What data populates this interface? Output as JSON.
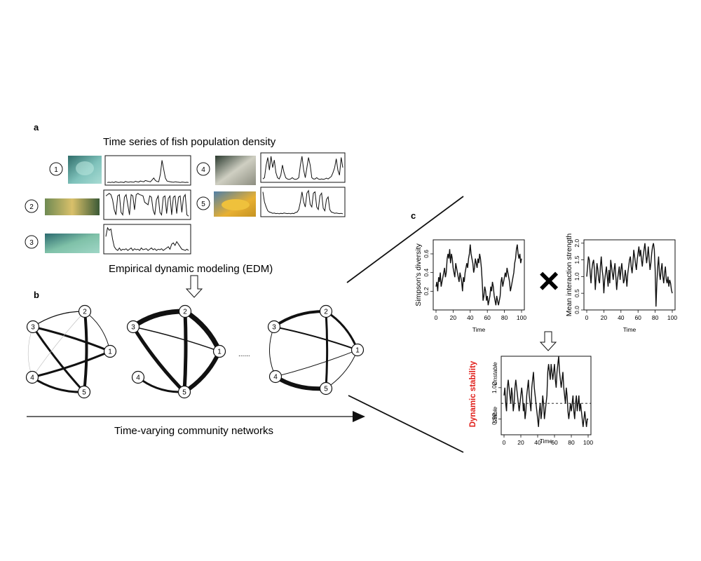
{
  "panels": {
    "a": {
      "label": "a",
      "title": "Time series of fish population density",
      "species": [
        {
          "id": "1",
          "image": "jellyfish-photo",
          "colors": [
            "#2f6d6a",
            "#7fc2bb",
            "#a9dcd4"
          ]
        },
        {
          "id": "2",
          "image": "spotted-fish-photo",
          "colors": [
            "#6f8a53",
            "#d9c06a",
            "#3b5a36"
          ]
        },
        {
          "id": "3",
          "image": "green-fish-photo",
          "colors": [
            "#2b6a6f",
            "#7fc1a8",
            "#9fd6c6"
          ]
        },
        {
          "id": "4",
          "image": "scorpionfish-photo",
          "colors": [
            "#2b3a2f",
            "#cfcfc2",
            "#8c8d80"
          ]
        },
        {
          "id": "5",
          "image": "yellow-fish-photo",
          "colors": [
            "#4f7fa8",
            "#e8b032",
            "#c59322"
          ]
        }
      ],
      "series": [
        {
          "id": "1",
          "values": [
            0.02,
            0.03,
            0.02,
            0.04,
            0.02,
            0.05,
            0.03,
            0.02,
            0.04,
            0.03,
            0.02,
            0.06,
            0.04,
            0.03,
            0.05,
            0.04,
            0.03,
            0.07,
            0.05,
            0.04,
            0.08,
            0.06,
            0.05,
            0.1,
            0.08,
            0.06,
            0.05,
            0.12,
            0.2,
            0.1,
            0.06,
            0.05,
            0.35,
            0.9,
            0.55,
            0.2,
            0.08,
            0.06,
            0.05,
            0.04,
            0.03,
            0.05,
            0.04,
            0.03,
            0.02,
            0.04,
            0.03,
            0.02,
            0.03,
            0.02
          ]
        },
        {
          "id": "2",
          "values": [
            0.85,
            0.9,
            0.95,
            0.9,
            0.7,
            0.3,
            0.1,
            0.85,
            0.9,
            0.2,
            0.1,
            0.8,
            0.9,
            0.5,
            0.1,
            0.9,
            0.85,
            0.3,
            0.9,
            0.95,
            0.9,
            0.88,
            0.85,
            0.6,
            0.55,
            0.5,
            0.85,
            0.8,
            0.3,
            0.1,
            0.7,
            0.85,
            0.2,
            0.1,
            0.8,
            0.85,
            0.15,
            0.75,
            0.85,
            0.1,
            0.8,
            0.85,
            0.15,
            0.8,
            0.85,
            0.2,
            0.8,
            0.9,
            0.1,
            0.05
          ]
        },
        {
          "id": "3",
          "values": [
            0.6,
            0.95,
            0.85,
            0.9,
            0.5,
            0.2,
            0.1,
            0.05,
            0.15,
            0.05,
            0.1,
            0.08,
            0.12,
            0.05,
            0.1,
            0.15,
            0.05,
            0.12,
            0.08,
            0.1,
            0.05,
            0.15,
            0.08,
            0.1,
            0.12,
            0.05,
            0.1,
            0.15,
            0.08,
            0.12,
            0.05,
            0.1,
            0.08,
            0.12,
            0.05,
            0.1,
            0.15,
            0.2,
            0.1,
            0.3,
            0.35,
            0.25,
            0.4,
            0.3,
            0.2,
            0.1,
            0.08,
            0.05,
            0.1,
            0.05
          ]
        },
        {
          "id": "4",
          "values": [
            0.05,
            0.1,
            0.6,
            0.9,
            0.4,
            0.95,
            0.5,
            0.8,
            0.3,
            0.1,
            0.05,
            0.2,
            0.6,
            0.3,
            0.1,
            0.05,
            0.03,
            0.05,
            0.1,
            0.05,
            0.03,
            0.05,
            0.1,
            0.6,
            0.95,
            0.4,
            0.1,
            0.5,
            0.9,
            0.6,
            0.1,
            0.05,
            0.05,
            0.1,
            0.05,
            0.03,
            0.05,
            0.03,
            0.05,
            0.08,
            0.05,
            0.1,
            0.15,
            0.3,
            0.5,
            0.85,
            0.4,
            0.2,
            0.9,
            0.5
          ]
        },
        {
          "id": "5",
          "values": [
            0.9,
            0.5,
            0.3,
            0.15,
            0.1,
            0.08,
            0.05,
            0.06,
            0.04,
            0.05,
            0.03,
            0.05,
            0.04,
            0.06,
            0.05,
            0.04,
            0.05,
            0.03,
            0.05,
            0.04,
            0.08,
            0.1,
            0.2,
            0.5,
            0.9,
            0.5,
            0.3,
            0.85,
            0.95,
            0.4,
            0.3,
            0.85,
            0.9,
            0.3,
            0.2,
            0.75,
            0.85,
            0.25,
            0.15,
            0.6,
            0.7,
            0.2,
            0.1,
            0.08,
            0.05,
            0.06,
            0.05,
            0.04,
            0.05,
            0.03
          ]
        }
      ]
    },
    "edm": {
      "label": "Empirical dynamic modeling (EDM)"
    },
    "b": {
      "label": "b",
      "ellipsis": "......",
      "arrow_label": "Time-varying community networks",
      "networks": [
        {
          "nodes": [
            "1",
            "2",
            "3",
            "4",
            "5"
          ],
          "edges": [
            {
              "a": "2",
              "b": "5",
              "w": 4
            },
            {
              "a": "3",
              "b": "1",
              "w": 3
            },
            {
              "a": "4",
              "b": "1",
              "w": 3
            },
            {
              "a": "3",
              "b": "5",
              "w": 3
            },
            {
              "a": "4",
              "b": "5",
              "w": 3
            },
            {
              "a": "3",
              "b": "2",
              "w": 1.2
            },
            {
              "a": "3",
              "b": "4",
              "w": 0.6,
              "light": true
            },
            {
              "a": "4",
              "b": "2",
              "w": 0.6,
              "light": true
            },
            {
              "a": "2",
              "b": "1",
              "w": 1
            }
          ]
        },
        {
          "nodes": [
            "1",
            "2",
            "3",
            "4",
            "5"
          ],
          "edges": [
            {
              "a": "3",
              "b": "2",
              "w": 7
            },
            {
              "a": "2",
              "b": "1",
              "w": 7
            },
            {
              "a": "1",
              "b": "5",
              "w": 6
            },
            {
              "a": "2",
              "b": "5",
              "w": 5
            },
            {
              "a": "4",
              "b": "5",
              "w": 3
            },
            {
              "a": "3",
              "b": "5",
              "w": 5
            },
            {
              "a": "3",
              "b": "1",
              "w": 1.5
            }
          ]
        },
        {
          "nodes": [
            "1",
            "2",
            "3",
            "4",
            "5"
          ],
          "edges": [
            {
              "a": "3",
              "b": "2",
              "w": 4
            },
            {
              "a": "2",
              "b": "5",
              "w": 3
            },
            {
              "a": "2",
              "b": "1",
              "w": 3
            },
            {
              "a": "4",
              "b": "5",
              "w": 6
            },
            {
              "a": "3",
              "b": "1",
              "w": 2
            },
            {
              "a": "3",
              "b": "4",
              "w": 1
            },
            {
              "a": "4",
              "b": "1",
              "w": 1
            },
            {
              "a": "5",
              "b": "1",
              "w": 1
            }
          ]
        }
      ]
    },
    "c": {
      "label": "c",
      "simpson": {
        "ylabel": "Simpson's diversity",
        "xlabel": "Time",
        "xticks": [
          "0",
          "20",
          "40",
          "60",
          "80",
          "100"
        ],
        "yticks": [
          "0.2",
          "0.4",
          "0.6"
        ],
        "ylim": [
          0,
          0.75
        ],
        "values": [
          0.25,
          0.3,
          0.2,
          0.35,
          0.3,
          0.4,
          0.25,
          0.3,
          0.35,
          0.4,
          0.45,
          0.35,
          0.4,
          0.55,
          0.6,
          0.55,
          0.65,
          0.5,
          0.6,
          0.55,
          0.45,
          0.4,
          0.35,
          0.5,
          0.45,
          0.4,
          0.35,
          0.3,
          0.4,
          0.35,
          0.3,
          0.2,
          0.35,
          0.3,
          0.4,
          0.45,
          0.5,
          0.45,
          0.55,
          0.6,
          0.7,
          0.6,
          0.55,
          0.5,
          0.4,
          0.45,
          0.55,
          0.5,
          0.45,
          0.55,
          0.5,
          0.6,
          0.55,
          0.45,
          0.3,
          0.1,
          0.15,
          0.25,
          0.2,
          0.1,
          0.15,
          0.05,
          0.1,
          0.15,
          0.25,
          0.2,
          0.3,
          0.25,
          0.15,
          0.1,
          0.05,
          0.15,
          0.1,
          0.05,
          0.1,
          0.15,
          0.3,
          0.35,
          0.25,
          0.3,
          0.35,
          0.4,
          0.35,
          0.45,
          0.4,
          0.35,
          0.3,
          0.2,
          0.25,
          0.3,
          0.35,
          0.4,
          0.5,
          0.55,
          0.65,
          0.7,
          0.6,
          0.55,
          0.6,
          0.5,
          0.55
        ]
      },
      "times": "×",
      "interaction": {
        "ylabel": "Mean interaction strength",
        "xlabel": "Time",
        "xticks": [
          "0",
          "20",
          "40",
          "60",
          "80",
          "100"
        ],
        "yticks": [
          "0.0",
          "0.5",
          "1.0",
          "1.5",
          "2.0"
        ],
        "ylim": [
          0,
          2.1
        ],
        "values": [
          1.0,
          1.3,
          1.6,
          1.5,
          1.1,
          0.8,
          1.2,
          1.4,
          1.5,
          1.2,
          0.6,
          1.0,
          1.4,
          1.2,
          0.9,
          0.8,
          1.3,
          1.6,
          1.2,
          1.0,
          0.5,
          0.9,
          1.1,
          1.3,
          1.0,
          0.7,
          1.2,
          0.8,
          1.5,
          1.3,
          1.1,
          0.9,
          1.2,
          1.4,
          1.0,
          0.6,
          0.9,
          1.1,
          1.3,
          0.9,
          1.2,
          1.4,
          1.1,
          0.8,
          0.9,
          1.2,
          1.0,
          0.7,
          1.1,
          1.3,
          1.5,
          1.6,
          1.3,
          1.1,
          1.4,
          1.8,
          1.6,
          1.4,
          1.2,
          1.5,
          1.7,
          1.9,
          1.6,
          1.8,
          1.5,
          1.3,
          1.6,
          1.8,
          2.0,
          1.7,
          1.4,
          1.6,
          1.9,
          1.5,
          1.2,
          1.4,
          1.7,
          1.9,
          2.0,
          1.8,
          1.2,
          0.1,
          0.8,
          1.3,
          1.6,
          1.1,
          0.9,
          1.2,
          1.4,
          1.0,
          0.8,
          1.1,
          1.3,
          0.9,
          0.8,
          1.0,
          0.7,
          0.9,
          0.8,
          0.6,
          0.5
        ]
      },
      "stability": {
        "ylabel": "Dynamic stability",
        "ylabel_color": "#e0201b",
        "unstable_label": "Unstable",
        "stable_label": "Stable",
        "xlabel": "Time",
        "xticks": [
          "0",
          "20",
          "40",
          "60",
          "80",
          "100"
        ],
        "yticks": [
          "0.98",
          "1.02"
        ],
        "ylim": [
          0.96,
          1.06
        ],
        "reference_line": 1.0,
        "values": [
          1.01,
          1.02,
          1.0,
          0.99,
          1.02,
          1.03,
          1.02,
          1.01,
          1.0,
          1.02,
          1.01,
          0.99,
          1.0,
          1.02,
          1.03,
          1.02,
          1.01,
          1.0,
          0.99,
          1.0,
          1.01,
          1.02,
          1.01,
          0.99,
          1.0,
          0.98,
          0.99,
          1.01,
          1.02,
          1.03,
          1.01,
          1.0,
          0.99,
          1.02,
          1.03,
          1.04,
          1.02,
          1.01,
          1.0,
          0.99,
          0.98,
          0.97,
          0.99,
          1.0,
          0.98,
          0.99,
          1.01,
          1.0,
          0.98,
          0.99,
          1.0,
          1.01,
          1.04,
          1.05,
          1.04,
          1.03,
          1.05,
          1.04,
          1.03,
          1.04,
          1.05,
          1.03,
          1.02,
          1.04,
          1.05,
          1.06,
          1.04,
          1.03,
          1.02,
          1.03,
          1.04,
          1.02,
          1.01,
          1.0,
          1.02,
          1.01,
          0.99,
          0.98,
          0.99,
          1.0,
          0.99,
          1.0,
          1.01,
          0.99,
          0.98,
          1.0,
          1.01,
          0.99,
          1.0,
          1.01,
          0.99,
          1.0,
          0.99,
          0.98,
          0.97,
          0.98,
          0.99,
          0.98,
          0.97,
          0.98,
          0.98
        ]
      }
    }
  }
}
